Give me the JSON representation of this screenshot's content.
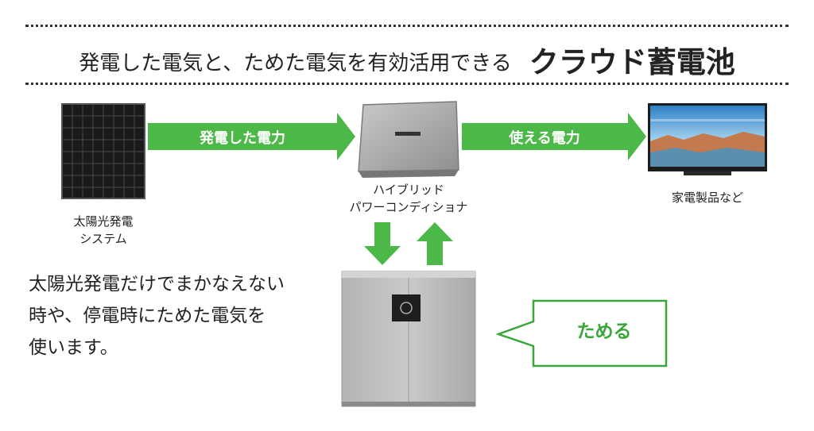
{
  "header": {
    "subtitle": "発電した電気と、ためた電気を有効活用できる",
    "title": "クラウド蓄電池"
  },
  "nodes": {
    "solar": {
      "label_line1": "太陽光発電",
      "label_line2": "システム"
    },
    "pcs": {
      "label_line1": "ハイブリッド",
      "label_line2": "パワーコンディショナ"
    },
    "appliance": {
      "label": "家電製品など"
    }
  },
  "arrows": {
    "generated": "発電した電力",
    "usable": "使える電力"
  },
  "description": {
    "line1": "太陽光発電だけでまかなえない",
    "line2": "時や、停電時にためた電気を",
    "line3": "使います。"
  },
  "callout": {
    "text": "ためる"
  },
  "colors": {
    "arrow_green": "#4cb848",
    "callout_green": "#3aa63a"
  }
}
